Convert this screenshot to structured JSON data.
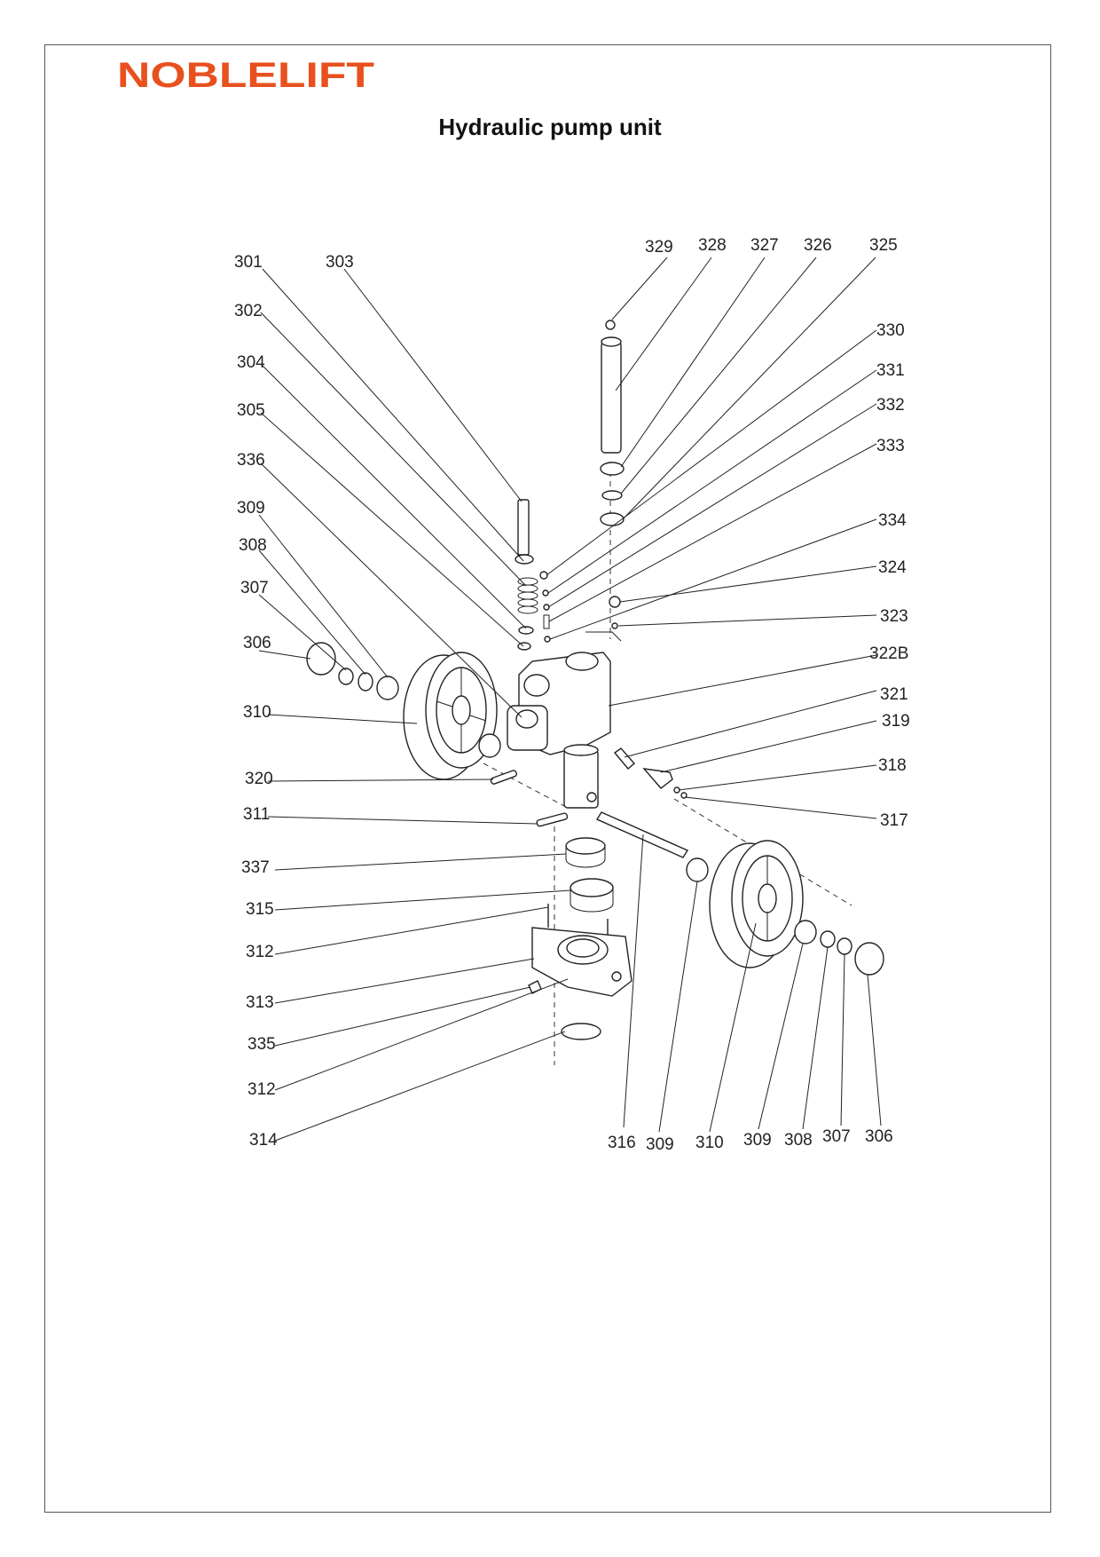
{
  "brand": {
    "logo_text": "NOBLELIFT",
    "logo_color": "#e8501e"
  },
  "title": "Hydraulic pump unit",
  "callouts": [
    {
      "label": "301",
      "name": "callout-301"
    },
    {
      "label": "303",
      "name": "callout-303"
    },
    {
      "label": "302",
      "name": "callout-302"
    },
    {
      "label": "304",
      "name": "callout-304"
    },
    {
      "label": "305",
      "name": "callout-305"
    },
    {
      "label": "336",
      "name": "callout-336"
    },
    {
      "label": "309",
      "name": "callout-309-left"
    },
    {
      "label": "308",
      "name": "callout-308-left"
    },
    {
      "label": "307",
      "name": "callout-307-left"
    },
    {
      "label": "306",
      "name": "callout-306-left"
    },
    {
      "label": "310",
      "name": "callout-310-left"
    },
    {
      "label": "320",
      "name": "callout-320"
    },
    {
      "label": "311",
      "name": "callout-311"
    },
    {
      "label": "337",
      "name": "callout-337"
    },
    {
      "label": "315",
      "name": "callout-315"
    },
    {
      "label": "312",
      "name": "callout-312-upper"
    },
    {
      "label": "313",
      "name": "callout-313"
    },
    {
      "label": "335",
      "name": "callout-335"
    },
    {
      "label": "312",
      "name": "callout-312-lower"
    },
    {
      "label": "314",
      "name": "callout-314"
    },
    {
      "label": "329",
      "name": "callout-329"
    },
    {
      "label": "328",
      "name": "callout-328"
    },
    {
      "label": "327",
      "name": "callout-327"
    },
    {
      "label": "326",
      "name": "callout-326"
    },
    {
      "label": "325",
      "name": "callout-325"
    },
    {
      "label": "330",
      "name": "callout-330"
    },
    {
      "label": "331",
      "name": "callout-331"
    },
    {
      "label": "332",
      "name": "callout-332"
    },
    {
      "label": "333",
      "name": "callout-333"
    },
    {
      "label": "334",
      "name": "callout-334"
    },
    {
      "label": "324",
      "name": "callout-324"
    },
    {
      "label": "323",
      "name": "callout-323"
    },
    {
      "label": "322B",
      "name": "callout-322b"
    },
    {
      "label": "321",
      "name": "callout-321"
    },
    {
      "label": "319",
      "name": "callout-319"
    },
    {
      "label": "318",
      "name": "callout-318"
    },
    {
      "label": "317",
      "name": "callout-317"
    },
    {
      "label": "316",
      "name": "callout-316"
    },
    {
      "label": "309",
      "name": "callout-309-bottom-a"
    },
    {
      "label": "310",
      "name": "callout-310-bottom"
    },
    {
      "label": "309",
      "name": "callout-309-bottom-b"
    },
    {
      "label": "308",
      "name": "callout-308-bottom"
    },
    {
      "label": "307",
      "name": "callout-307-bottom"
    },
    {
      "label": "306",
      "name": "callout-306-bottom"
    }
  ]
}
